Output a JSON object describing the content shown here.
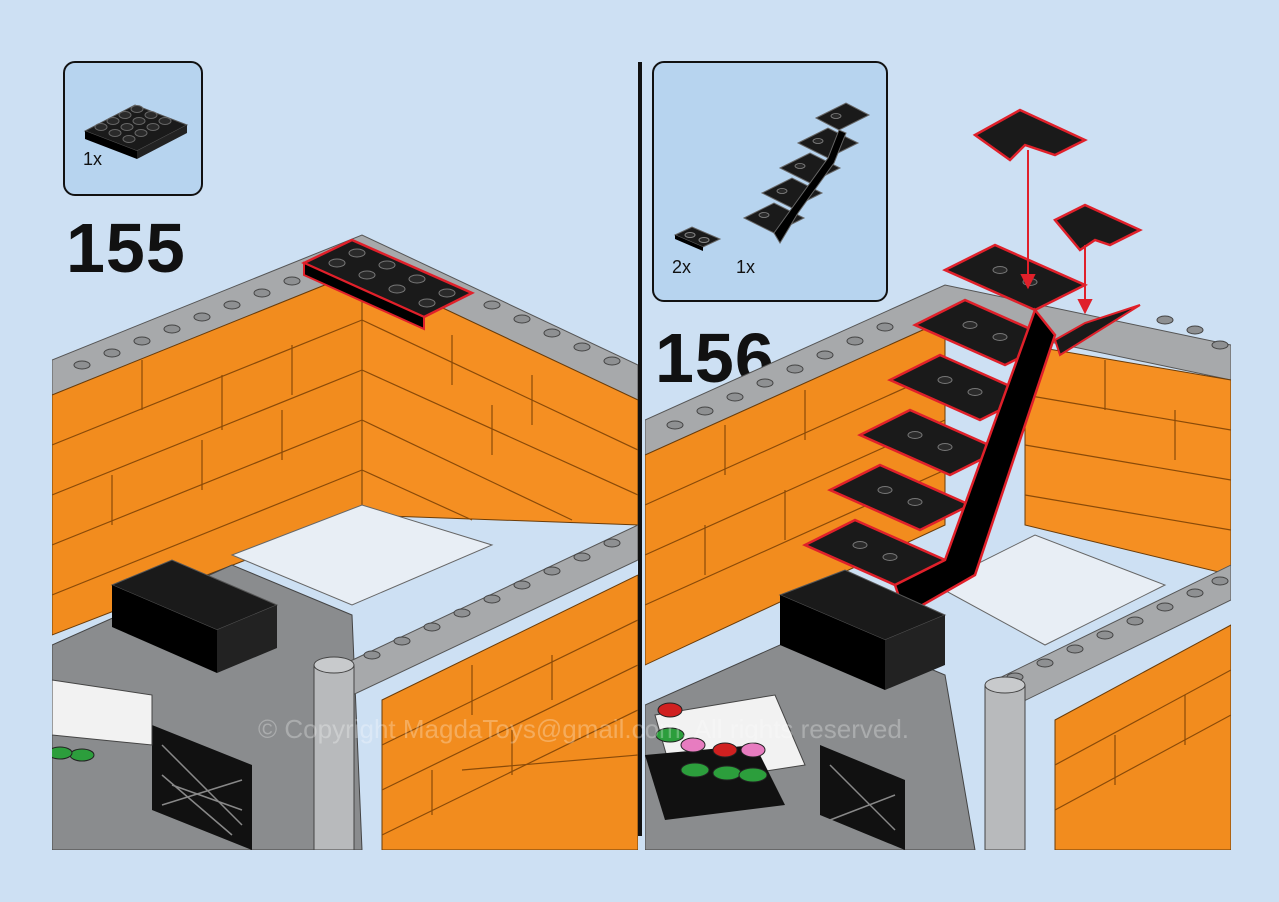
{
  "steps": [
    {
      "number": "155",
      "parts": [
        {
          "quantity": "1x",
          "part_icon": "plate-2x4-black-icon"
        }
      ]
    },
    {
      "number": "156",
      "parts": [
        {
          "quantity": "2x",
          "part_icon": "plate-corner-black-icon"
        },
        {
          "quantity": "1x",
          "part_icon": "staircase-black-icon"
        }
      ]
    }
  ],
  "watermark": "© Copyright MagdaToys@gmail.com. All rights reserved.",
  "colors": {
    "background": "#cde0f3",
    "parts_box": "#b7d4ef",
    "orange_brick": "#f28c1e",
    "grey_brick": "#a7a9ab",
    "dark_grey_plate": "#8a8c8e",
    "black_part": "#1a1a1a",
    "highlight_outline": "#e0202a",
    "arrow": "#e0202a"
  }
}
